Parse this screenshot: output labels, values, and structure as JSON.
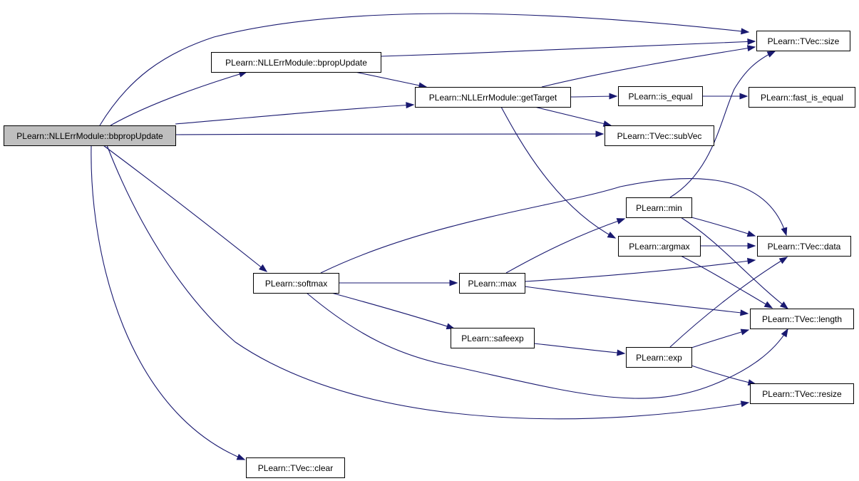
{
  "diagram": {
    "type": "call-graph",
    "colors": {
      "edge": "#191970",
      "root_fill": "#bfbfbf",
      "node_fill": "#ffffff",
      "node_border": "#000000"
    },
    "nodes": [
      {
        "id": "bbprop",
        "label": "PLearn::NLLErrModule::bbpropUpdate",
        "root": true
      },
      {
        "id": "bprop",
        "label": "PLearn::NLLErrModule::bpropUpdate"
      },
      {
        "id": "getTarget",
        "label": "PLearn::NLLErrModule::getTarget"
      },
      {
        "id": "size",
        "label": "PLearn::TVec::size"
      },
      {
        "id": "is_equal",
        "label": "PLearn::is_equal"
      },
      {
        "id": "fast_is_equal",
        "label": "PLearn::fast_is_equal"
      },
      {
        "id": "subVec",
        "label": "PLearn::TVec::subVec"
      },
      {
        "id": "min",
        "label": "PLearn::min"
      },
      {
        "id": "argmax",
        "label": "PLearn::argmax"
      },
      {
        "id": "data",
        "label": "PLearn::TVec::data"
      },
      {
        "id": "softmax",
        "label": "PLearn::softmax"
      },
      {
        "id": "max",
        "label": "PLearn::max"
      },
      {
        "id": "length",
        "label": "PLearn::TVec::length"
      },
      {
        "id": "safeexp",
        "label": "PLearn::safeexp"
      },
      {
        "id": "exp",
        "label": "PLearn::exp"
      },
      {
        "id": "resize",
        "label": "PLearn::TVec::resize"
      },
      {
        "id": "clear",
        "label": "PLearn::TVec::clear"
      }
    ],
    "edges": [
      {
        "from": "bbprop",
        "to": "size"
      },
      {
        "from": "bbprop",
        "to": "bprop"
      },
      {
        "from": "bbprop",
        "to": "getTarget"
      },
      {
        "from": "bbprop",
        "to": "subVec"
      },
      {
        "from": "bbprop",
        "to": "softmax"
      },
      {
        "from": "bbprop",
        "to": "resize"
      },
      {
        "from": "bbprop",
        "to": "clear"
      },
      {
        "from": "bprop",
        "to": "size"
      },
      {
        "from": "bprop",
        "to": "getTarget"
      },
      {
        "from": "getTarget",
        "to": "size"
      },
      {
        "from": "getTarget",
        "to": "is_equal"
      },
      {
        "from": "getTarget",
        "to": "subVec"
      },
      {
        "from": "getTarget",
        "to": "argmax"
      },
      {
        "from": "is_equal",
        "to": "fast_is_equal"
      },
      {
        "from": "min",
        "to": "size"
      },
      {
        "from": "min",
        "to": "data"
      },
      {
        "from": "min",
        "to": "length"
      },
      {
        "from": "argmax",
        "to": "data"
      },
      {
        "from": "argmax",
        "to": "length"
      },
      {
        "from": "softmax",
        "to": "data"
      },
      {
        "from": "softmax",
        "to": "max"
      },
      {
        "from": "softmax",
        "to": "safeexp"
      },
      {
        "from": "softmax",
        "to": "length"
      },
      {
        "from": "max",
        "to": "min"
      },
      {
        "from": "max",
        "to": "data"
      },
      {
        "from": "max",
        "to": "length"
      },
      {
        "from": "safeexp",
        "to": "exp"
      },
      {
        "from": "exp",
        "to": "data"
      },
      {
        "from": "exp",
        "to": "length"
      },
      {
        "from": "exp",
        "to": "resize"
      }
    ]
  }
}
